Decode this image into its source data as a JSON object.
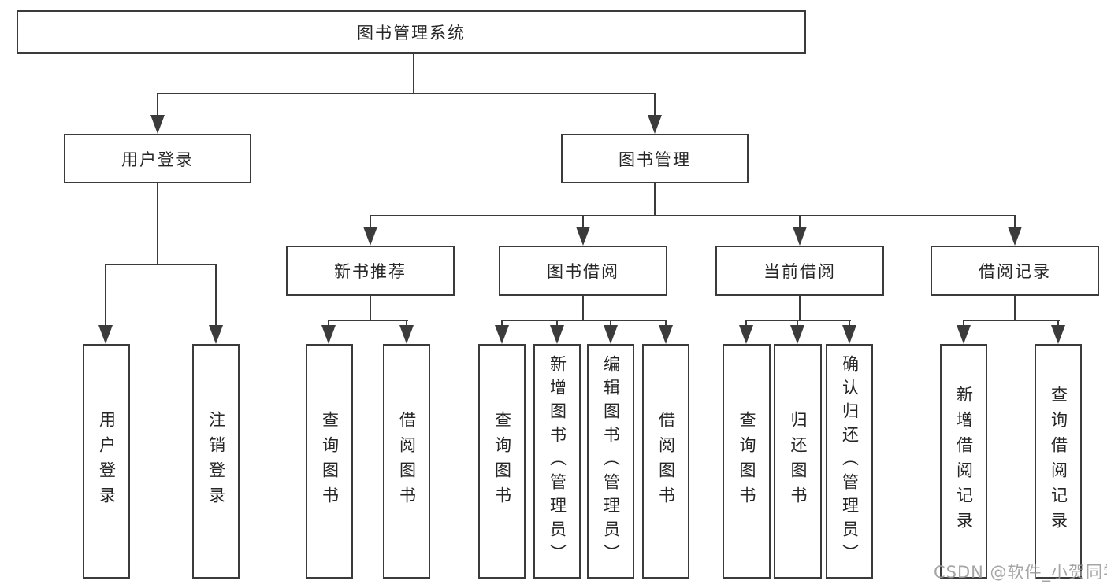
{
  "diagram_title": "图书管理系统",
  "colors": {
    "background": "#ffffff",
    "box_border": "#3b3b3b",
    "connector_line": "#3b3b3b",
    "text": "#262626",
    "watermark": "#989898"
  },
  "nodes": {
    "root": "图书管理系统",
    "user_login": "用户登录",
    "book_management": "图书管理",
    "new_book_recommend": "新书推荐",
    "book_borrow": "图书借阅",
    "current_borrow": "当前借阅",
    "borrow_records": "借阅记录",
    "leaf_user_login": "用户登录",
    "leaf_logout": "注销登录",
    "leaf_query_book_a": "查询图书",
    "leaf_borrow_book_a": "借阅图书",
    "leaf_query_book_b": "查询图书",
    "leaf_add_book_admin": "新增图书（管理员）",
    "leaf_edit_book_admin": "编辑图书（管理员）",
    "leaf_borrow_book_b": "借阅图书",
    "leaf_query_book_c": "查询图书",
    "leaf_return_book": "归还图书",
    "leaf_confirm_return_admin": "确认归还（管理员）",
    "leaf_add_borrow_record": "新增借阅记录",
    "leaf_query_borrow_record": "查询借阅记录"
  },
  "hierarchy": {
    "root": [
      "user_login",
      "book_management"
    ],
    "user_login": [
      "leaf_user_login",
      "leaf_logout"
    ],
    "book_management": [
      "new_book_recommend",
      "book_borrow",
      "current_borrow",
      "borrow_records"
    ],
    "new_book_recommend": [
      "leaf_query_book_a",
      "leaf_borrow_book_a"
    ],
    "book_borrow": [
      "leaf_query_book_b",
      "leaf_add_book_admin",
      "leaf_edit_book_admin",
      "leaf_borrow_book_b"
    ],
    "current_borrow": [
      "leaf_query_book_c",
      "leaf_return_book",
      "leaf_confirm_return_admin"
    ],
    "borrow_records": [
      "leaf_add_borrow_record",
      "leaf_query_borrow_record"
    ]
  },
  "watermark": "CSDN @软件_小贺同学"
}
